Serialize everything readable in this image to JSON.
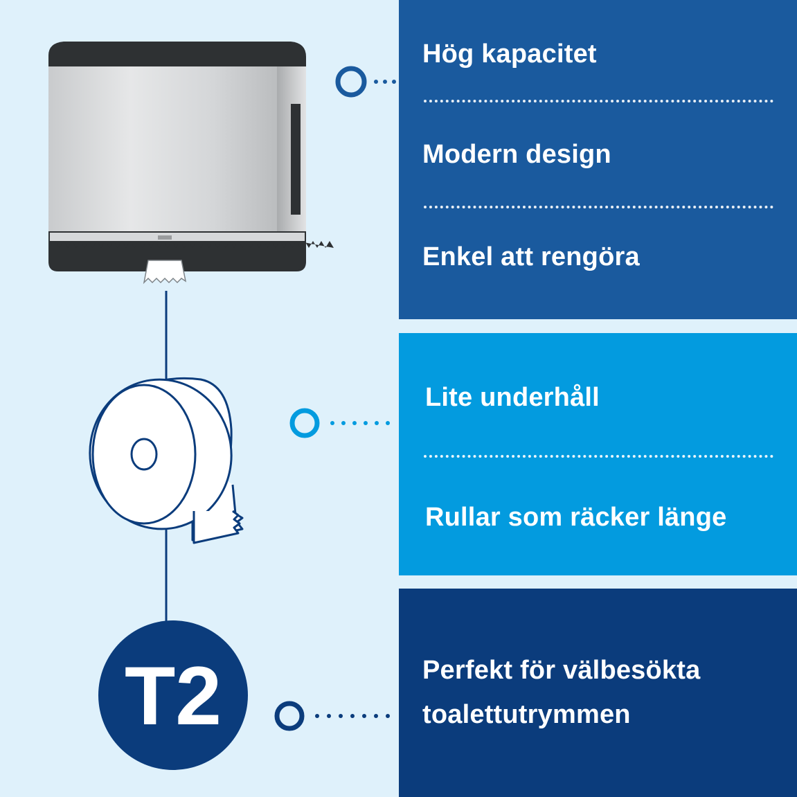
{
  "panels": {
    "top": {
      "features": [
        "Hög kapacitet",
        "Modern design",
        "Enkel att rengöra"
      ]
    },
    "middle": {
      "features": [
        "Lite underhåll",
        "Rullar som räcker länge"
      ]
    },
    "bottom": {
      "line1": "Perfekt för välbesökta",
      "line2": "toalettutrymmen"
    }
  },
  "badge": {
    "label": "T2"
  },
  "colors": {
    "background": "#dff1fb",
    "panel_top": "#1a5a9e",
    "panel_middle": "#039bdf",
    "panel_bottom": "#0b3c7c",
    "connector_line": "#0b3c7c"
  }
}
